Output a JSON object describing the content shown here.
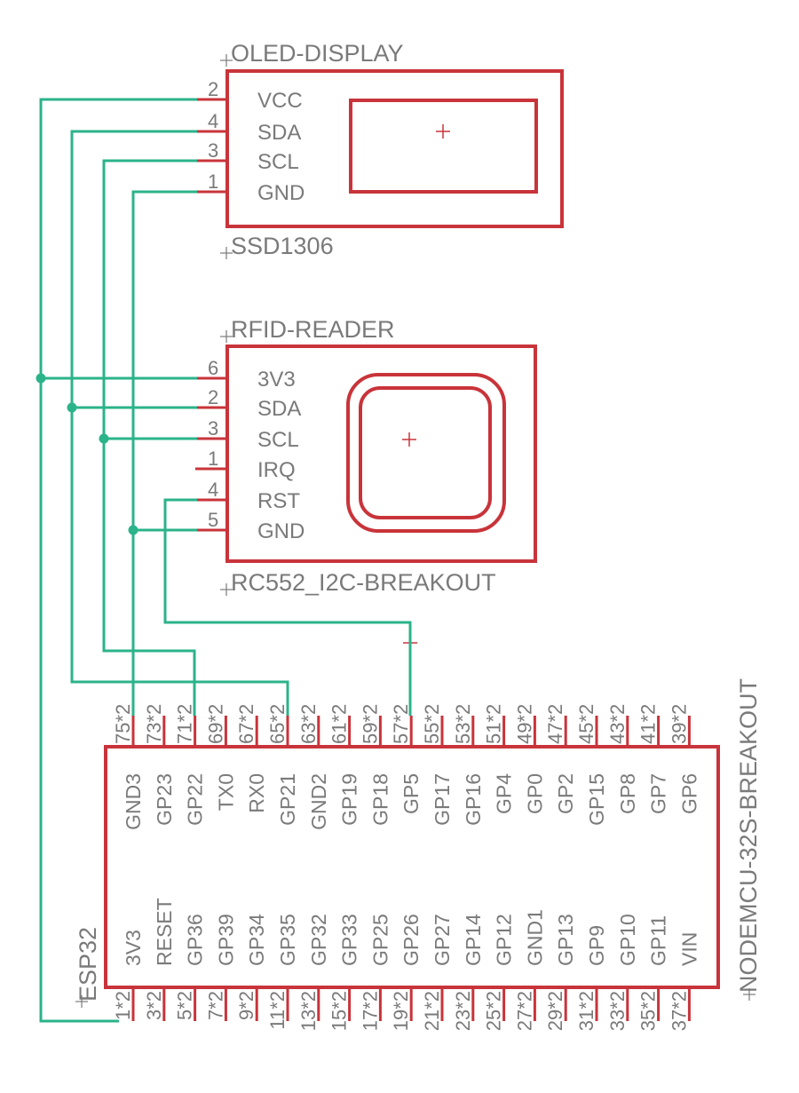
{
  "oled": {
    "name": "OLED-DISPLAY",
    "value": "SSD1306",
    "pins": [
      {
        "num": "2",
        "label": "VCC"
      },
      {
        "num": "4",
        "label": "SDA"
      },
      {
        "num": "3",
        "label": "SCL"
      },
      {
        "num": "1",
        "label": "GND"
      }
    ]
  },
  "rfid": {
    "name": "RFID-READER",
    "value": "RC552_I2C-BREAKOUT",
    "pins": [
      {
        "num": "6",
        "label": "3V3"
      },
      {
        "num": "2",
        "label": "SDA"
      },
      {
        "num": "3",
        "label": "SCL"
      },
      {
        "num": "1",
        "label": "IRQ"
      },
      {
        "num": "4",
        "label": "RST"
      },
      {
        "num": "5",
        "label": "GND"
      }
    ]
  },
  "esp": {
    "name": "ESP32",
    "value": "NODEMCU-32S-BREAKOUT",
    "top_pins": [
      {
        "num": "75*2",
        "label": "GND3"
      },
      {
        "num": "73*2",
        "label": "GP23"
      },
      {
        "num": "71*2",
        "label": "GP22"
      },
      {
        "num": "69*2",
        "label": "TX0"
      },
      {
        "num": "67*2",
        "label": "RX0"
      },
      {
        "num": "65*2",
        "label": "GP21"
      },
      {
        "num": "63*2",
        "label": "GND2"
      },
      {
        "num": "61*2",
        "label": "GP19"
      },
      {
        "num": "59*2",
        "label": "GP18"
      },
      {
        "num": "57*2",
        "label": "GP5"
      },
      {
        "num": "55*2",
        "label": "GP17"
      },
      {
        "num": "53*2",
        "label": "GP16"
      },
      {
        "num": "51*2",
        "label": "GP4"
      },
      {
        "num": "49*2",
        "label": "GP0"
      },
      {
        "num": "47*2",
        "label": "GP2"
      },
      {
        "num": "45*2",
        "label": "GP15"
      },
      {
        "num": "43*2",
        "label": "GP8"
      },
      {
        "num": "41*2",
        "label": "GP7"
      },
      {
        "num": "39*2",
        "label": "GP6"
      }
    ],
    "bottom_pins": [
      {
        "num": "1*2",
        "label": "3V3"
      },
      {
        "num": "3*2",
        "label": "RESET"
      },
      {
        "num": "5*2",
        "label": "GP36"
      },
      {
        "num": "7*2",
        "label": "GP39"
      },
      {
        "num": "9*2",
        "label": "GP34"
      },
      {
        "num": "11*2",
        "label": "GP35"
      },
      {
        "num": "13*2",
        "label": "GP32"
      },
      {
        "num": "15*2",
        "label": "GP33"
      },
      {
        "num": "17*2",
        "label": "GP25"
      },
      {
        "num": "19*2",
        "label": "GP26"
      },
      {
        "num": "21*2",
        "label": "GP27"
      },
      {
        "num": "23*2",
        "label": "GP14"
      },
      {
        "num": "25*2",
        "label": "GP12"
      },
      {
        "num": "27*2",
        "label": "GND1"
      },
      {
        "num": "29*2",
        "label": "GP13"
      },
      {
        "num": "31*2",
        "label": "GP9"
      },
      {
        "num": "33*2",
        "label": "GP10"
      },
      {
        "num": "35*2",
        "label": "GP11"
      },
      {
        "num": "37*2",
        "label": "VIN"
      }
    ]
  },
  "colors": {
    "component": "#c8343a",
    "wire": "#2bb38a",
    "text": "#7a7a7a"
  }
}
